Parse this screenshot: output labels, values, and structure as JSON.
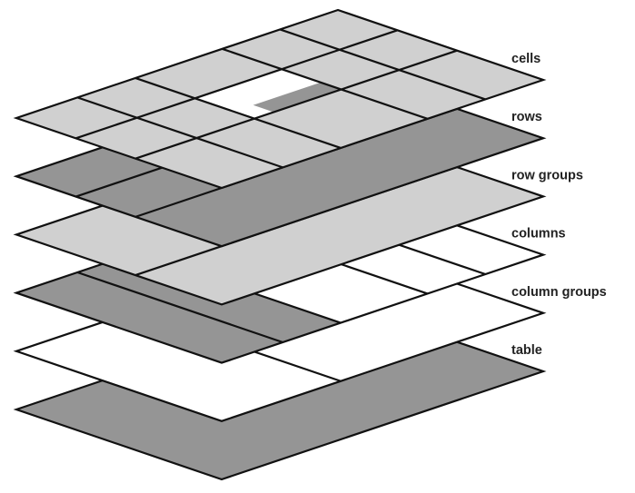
{
  "title": "Schema of table layers",
  "colors": {
    "light": "#d0d0d0",
    "dark": "#959595",
    "none": "#ffffff",
    "stroke": "#111111"
  },
  "layers": [
    {
      "key": "cells",
      "label": "cells",
      "fill": "light",
      "hole": {
        "u": [
          0.37,
          0.64
        ],
        "v": [
          0.29,
          0.58
        ]
      },
      "uCuts": [
        0.19,
        0.37,
        0.64,
        0.82
      ],
      "vCuts": [
        0.29,
        0.58
      ]
    },
    {
      "key": "rows",
      "label": "rows",
      "fill": "dark",
      "uCuts": [],
      "vCuts": [
        0.29,
        0.58
      ]
    },
    {
      "key": "row-groups",
      "label": "row groups",
      "fill": "light",
      "uCuts": [],
      "vCuts": [
        0.58
      ]
    },
    {
      "key": "columns",
      "label": "columns",
      "fill": "none",
      "darkU": 0.37,
      "uCuts": [
        0.19,
        0.37,
        0.64,
        0.82
      ],
      "vCuts": []
    },
    {
      "key": "column-groups",
      "label": "column groups",
      "fill": "none",
      "uCuts": [
        0.37
      ],
      "vCuts": []
    },
    {
      "key": "table",
      "label": "table",
      "fill": "dark",
      "uCuts": [],
      "vCuts": []
    }
  ]
}
